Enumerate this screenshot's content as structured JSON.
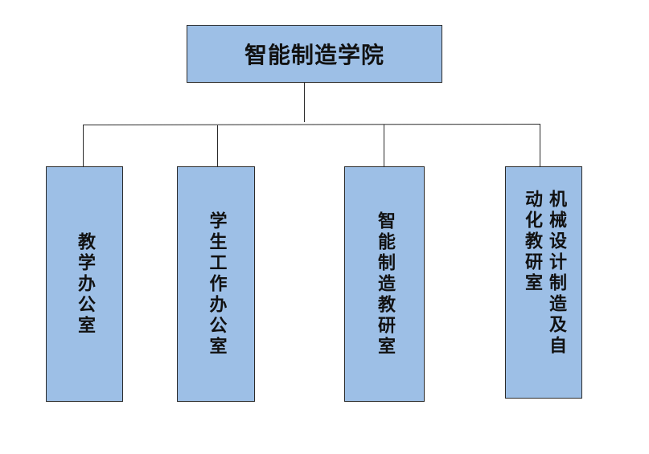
{
  "root": {
    "label": "智能制造学院"
  },
  "children": [
    {
      "label": "教学办公室"
    },
    {
      "label": "学生工作办公室"
    },
    {
      "label": "智能制造教研室"
    },
    {
      "label": "机械设计制造及自动化教研室"
    }
  ],
  "colors": {
    "box_fill": "#9dbfe6",
    "border": "#2b2b2b"
  }
}
